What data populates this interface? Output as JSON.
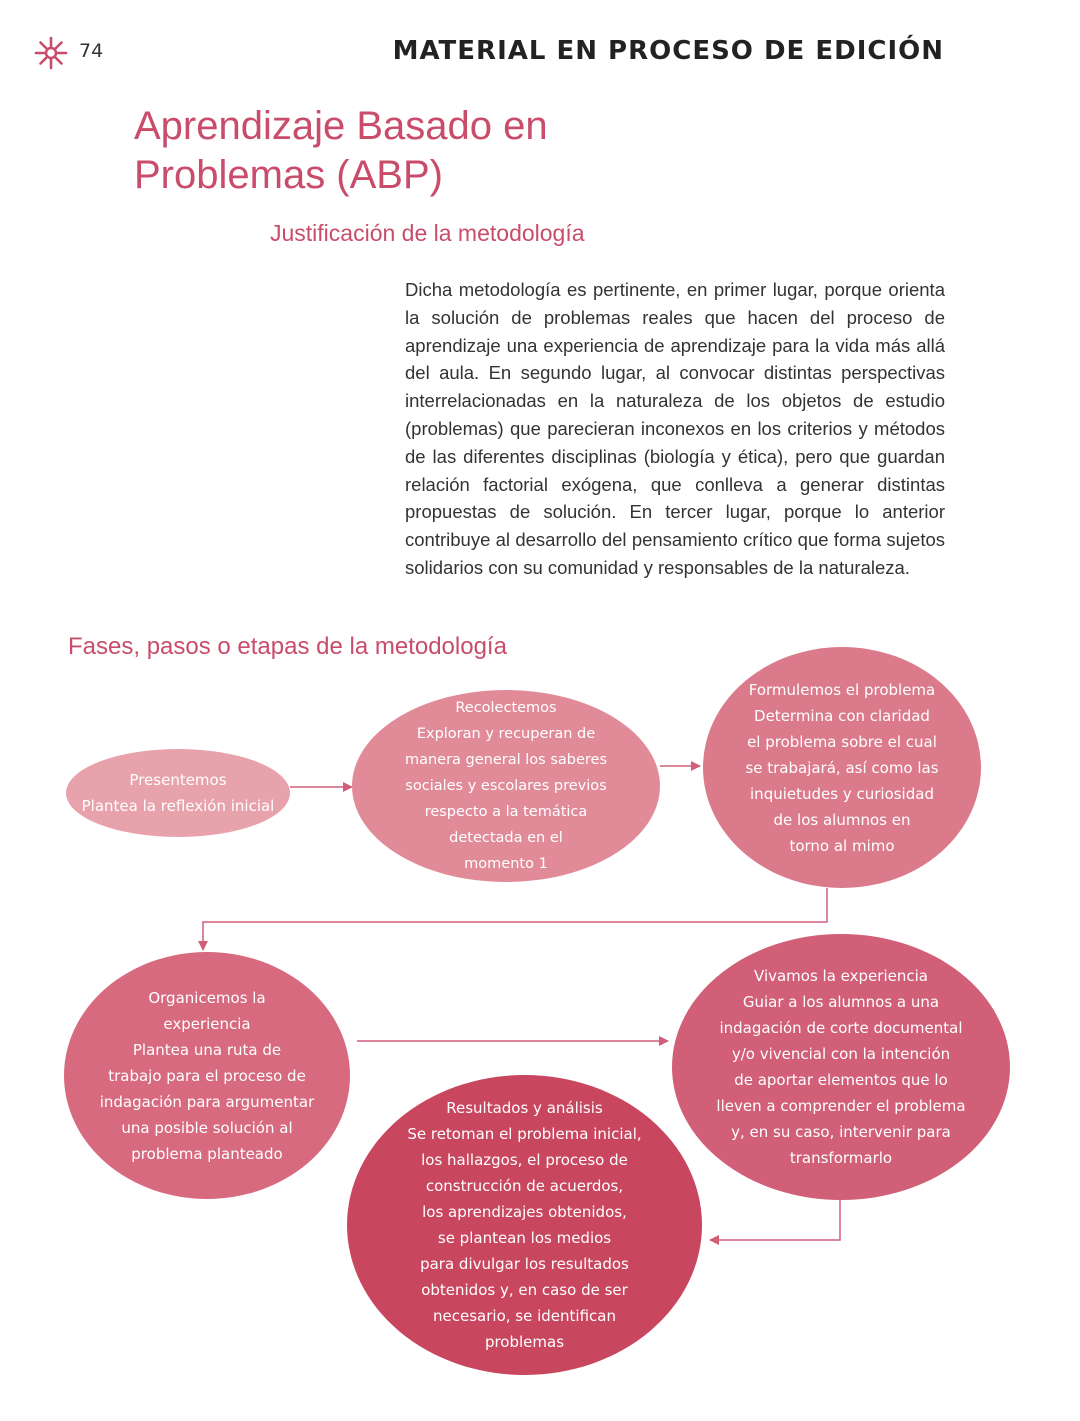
{
  "header": {
    "page_number": "74",
    "title": "MATERIAL EN PROCESO DE EDICIÓN",
    "icon": "asterisk-flower-icon"
  },
  "main_title": "Aprendizaje Basado en Problemas (ABP)",
  "subtitle": "Justificación de la metodología",
  "paragraph": "Dicha metodología es pertinente, en primer lugar, porque orienta la solución de problemas reales que hacen del proceso de aprendizaje una experiencia de aprendizaje para la vida más allá del aula. En segundo lugar, al convocar distintas perspectivas interrelacionadas en la naturaleza de los objetos de estudio (problemas) que parecieran inconexos en los criterios y métodos de las diferentes disciplinas (biología y ética), pero que guardan relación factorial exógena, que conlleva a generar distintas propuestas de solución. En tercer lugar, porque lo anterior contribuye al desarrollo del pensamiento crítico que forma sujetos solidarios con su comunidad y responsables de la naturaleza.",
  "section_title": "Fases, pasos o etapas de la metodología",
  "colors": {
    "accent": "#c94c6b",
    "node1": "#e8a2ab",
    "node2": "#e18b99",
    "node3": "#db7a8b",
    "node4": "#d76a7f",
    "node5": "#d05f77",
    "node6": "#c9465f",
    "arrow": "#cf5f78"
  },
  "phases": [
    {
      "text": "Presentemos\nPlantea la reflexión inicial"
    },
    {
      "text": "Recolectemos\nExploran y recuperan de\nmanera general los saberes\nsociales y escolares previos\nrespecto a la temática\ndetectada en el\nmomento 1"
    },
    {
      "text": "Formulemos el problema\nDetermina con claridad\nel problema sobre el cual\nse trabajará, así como las\ninquietudes y curiosidad\nde los alumnos en\ntorno al mimo"
    },
    {
      "text": "Organicemos la\nexperiencia\nPlantea una ruta de\ntrabajo para el proceso de\nindagación para argumentar\nuna posible solución al\nproblema planteado"
    },
    {
      "text": "Vivamos la experiencia\nGuiar a los alumnos a una\nindagación de corte documental\ny/o vivencial con la intención\nde aportar elementos que lo\nlleven a comprender el problema\ny, en su caso, intervenir para\ntransformarlo"
    },
    {
      "text": "Resultados y análisis\nSe retoman el problema inicial,\nlos hallazgos, el proceso de\nconstrucción de acuerdos,\nlos aprendizajes obtenidos,\nse plantean los medios\npara divulgar los resultados\nobtenidos y, en caso de ser\nnecesario, se identifican\nproblemas"
    }
  ]
}
